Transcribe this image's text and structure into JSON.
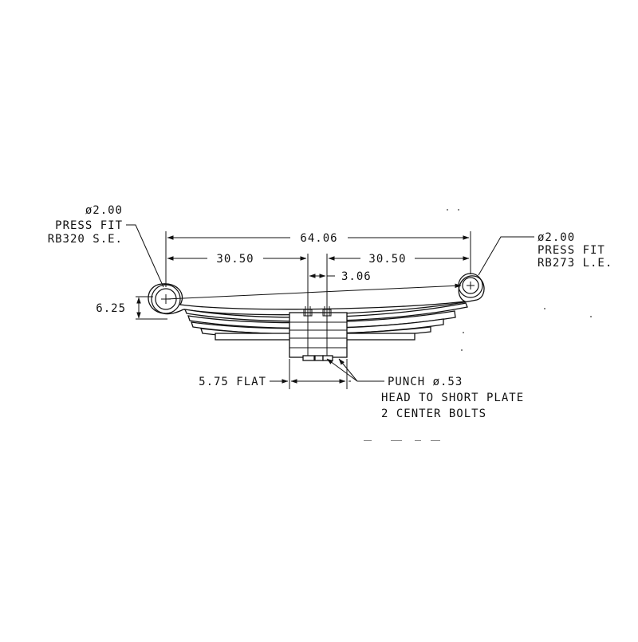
{
  "diagram": {
    "left_eye": {
      "diameter": "ø2.00",
      "fit": "PRESS FIT",
      "bushing": "RB320 S.E."
    },
    "right_eye": {
      "diameter": "ø2.00",
      "fit": "PRESS FIT",
      "bushing": "RB273 L.E."
    },
    "dimensions": {
      "overall_length": "64.06",
      "left_half": "30.50",
      "right_half": "30.50",
      "center_offset": "3.06",
      "arch_height": "6.25",
      "flat_length": "5.75 FLAT"
    },
    "notes": {
      "punch": "PUNCH ø.53",
      "head": "HEAD TO SHORT PLATE",
      "bolts": "2 CENTER BOLTS"
    }
  }
}
